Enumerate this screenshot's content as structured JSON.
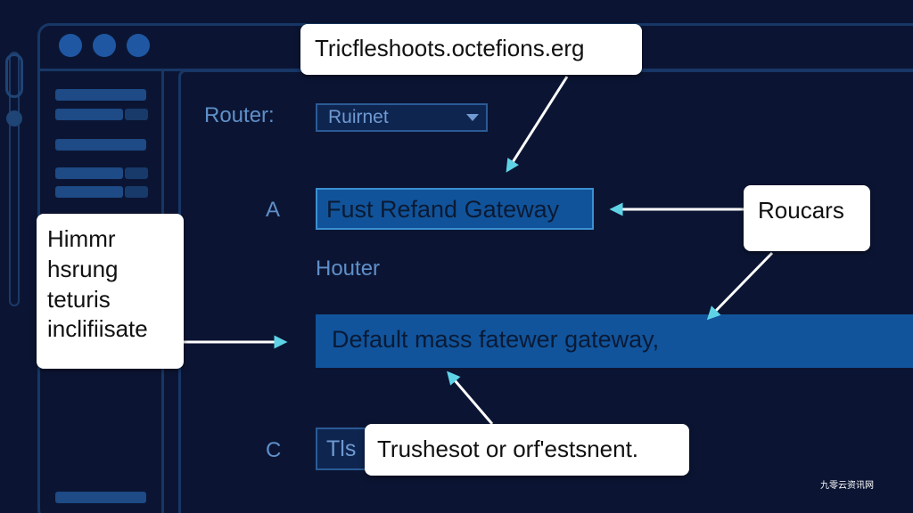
{
  "form": {
    "router_label": "Router:",
    "router_select_value": "Ruirnet",
    "row_a_label": "A",
    "row_a_value": "Fust Refand Gateway",
    "houter_label": "Houter",
    "main_field_value": "Default mass fatewer gateway,",
    "row_c_label": "C",
    "row_c_value": "Tls"
  },
  "callouts": {
    "top": "Tricfleshoots.octefions.erg",
    "right": "Roucars",
    "left_lines": [
      "Himmr",
      "hsrung",
      "teturis",
      "inclifiisate"
    ],
    "bottom": "Trushesot or orf'estsnent."
  },
  "watermark": "九零云资讯网",
  "colors": {
    "background": "#0b1533",
    "accent": "#11549c",
    "arrow": "#5fd3e6"
  }
}
